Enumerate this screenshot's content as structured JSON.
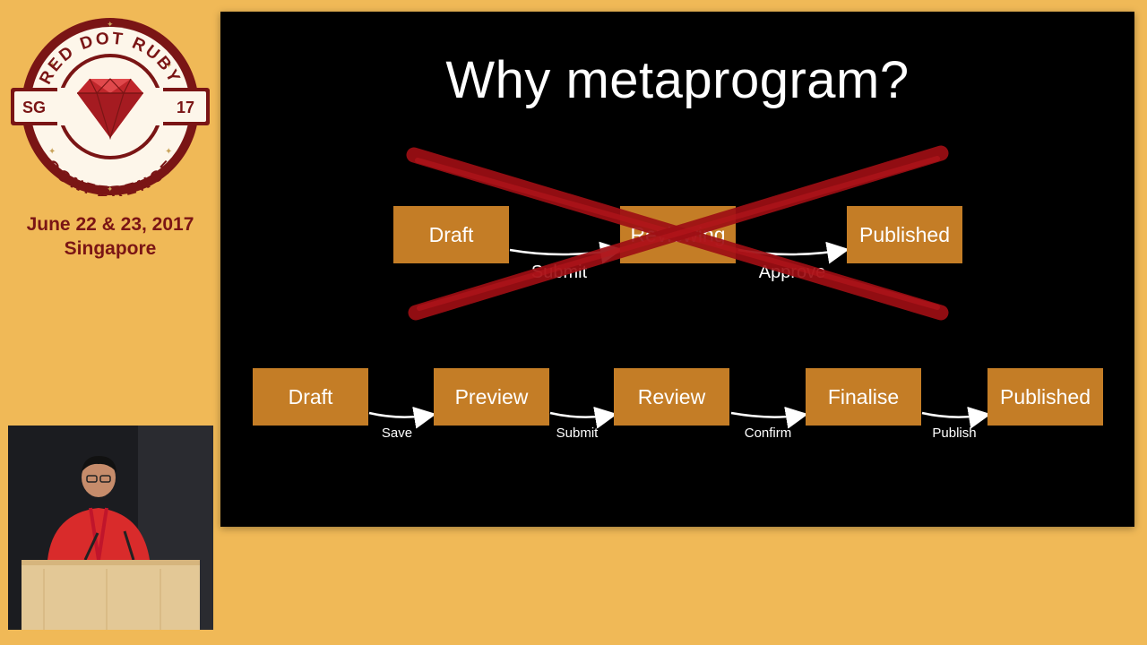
{
  "branding": {
    "logo_top_text": "RED DOT RUBY",
    "logo_bottom_text": "CONFERENCE",
    "logo_left_badge": "SG",
    "logo_right_badge": "17",
    "event_date": "June 22 & 23, 2017",
    "event_city": "Singapore"
  },
  "slide": {
    "title": "Why metaprogram?",
    "old_workflow": {
      "states": [
        "Draft",
        "Reviewing",
        "Published"
      ],
      "transitions": [
        "Submit",
        "Approve"
      ],
      "crossed_out": true
    },
    "new_workflow": {
      "states": [
        "Draft",
        "Preview",
        "Review",
        "Finalise",
        "Published"
      ],
      "transitions": [
        "Save",
        "Submit",
        "Confirm",
        "Publish"
      ]
    }
  },
  "colors": {
    "background": "#f0b957",
    "state_box": "#c47d26",
    "cross": "#9e0f14",
    "brand_text": "#7a1515"
  }
}
